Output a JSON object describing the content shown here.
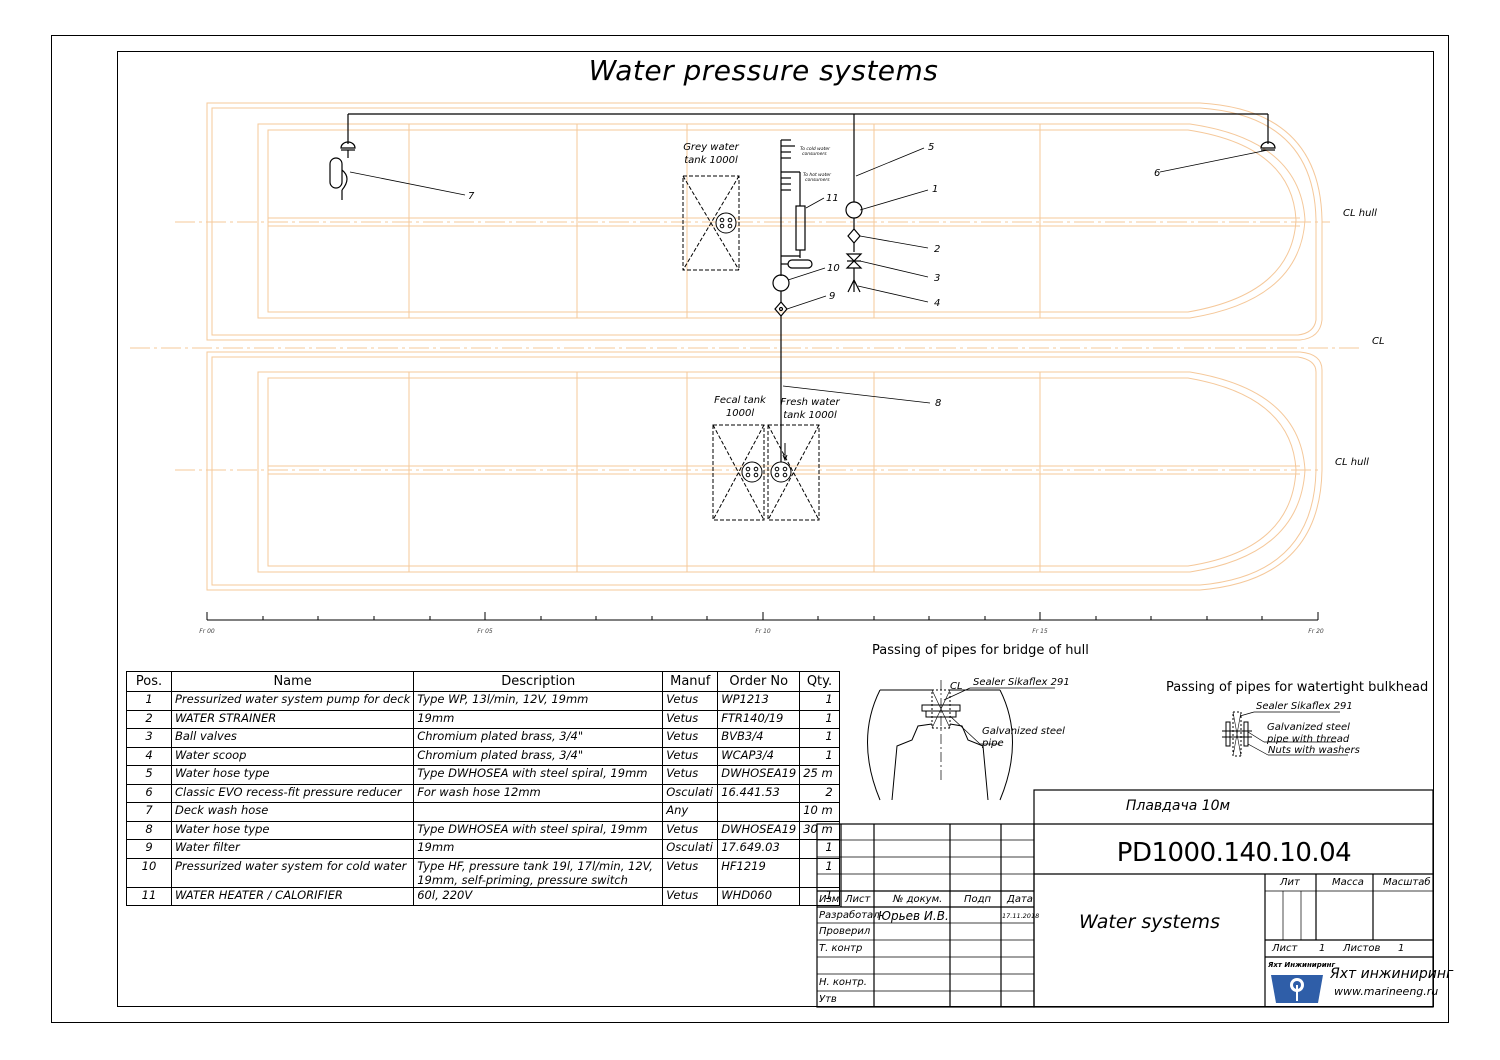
{
  "title": "Water pressure systems",
  "tank_labels": {
    "grey": [
      "Grey water",
      "tank 1000l"
    ],
    "fecal": [
      "Fecal tank",
      "1000l"
    ],
    "fresh": [
      "Fresh water",
      "tank 1000l"
    ]
  },
  "consumer_labels": {
    "cold": [
      "To cold water",
      "consumers"
    ],
    "hot": [
      "To hot water",
      "consumers"
    ]
  },
  "callouts": [
    "1",
    "2",
    "3",
    "4",
    "5",
    "6",
    "7",
    "8",
    "9",
    "10",
    "11"
  ],
  "cl_labels": {
    "hull_top": "CL hull",
    "center": "CL",
    "hull_bottom": "CL hull"
  },
  "frames": [
    "Fr 00",
    "Fr 05",
    "Fr 10",
    "Fr 15",
    "Fr 20"
  ],
  "bridge_section": {
    "title": "Passing of pipes for bridge of hull",
    "cl": "CL",
    "sealer": "Sealer Sikaflex 291",
    "pipe": [
      "Galvanized steel",
      "pipe"
    ]
  },
  "bulkhead_section": {
    "title": "Passing of pipes for watertight bulkhead",
    "sealer": "Sealer Sikaflex 291",
    "pipe": [
      "Galvanized steel",
      "pipe with thread"
    ],
    "nuts": "Nuts with washers"
  },
  "bom": {
    "headers": [
      "Pos.",
      "Name",
      "Description",
      "Manuf",
      "Order No",
      "Qty."
    ],
    "rows": [
      {
        "pos": "1",
        "name": "Pressurized water system pump for deck",
        "desc": "Type WP, 13l/min, 12V, 19mm",
        "manuf": "Vetus",
        "order": "WP1213",
        "qty": "1"
      },
      {
        "pos": "2",
        "name": "WATER STRAINER",
        "desc": "19mm",
        "manuf": "Vetus",
        "order": "FTR140/19",
        "qty": "1"
      },
      {
        "pos": "3",
        "name": "Ball valves",
        "desc": "Chromium plated brass, 3/4\"",
        "manuf": "Vetus",
        "order": "BVB3/4",
        "qty": "1"
      },
      {
        "pos": "4",
        "name": "Water scoop",
        "desc": "Chromium plated brass, 3/4\"",
        "manuf": "Vetus",
        "order": "WCAP3/4",
        "qty": "1"
      },
      {
        "pos": "5",
        "name": "Water hose type",
        "desc": "Type DWHOSEA with steel spiral, 19mm",
        "manuf": "Vetus",
        "order": "DWHOSEA19",
        "qty": "25 m"
      },
      {
        "pos": "6",
        "name": "Classic EVO recess-fit pressure reducer",
        "desc": "For wash hose 12mm",
        "manuf": "Osculati",
        "order": "16.441.53",
        "qty": "2"
      },
      {
        "pos": "7",
        "name": "Deck wash hose",
        "desc": "",
        "manuf": "Any",
        "order": "",
        "qty": "10 m"
      },
      {
        "pos": "8",
        "name": "Water hose type",
        "desc": "Type DWHOSEA with steel spiral, 19mm",
        "manuf": "Vetus",
        "order": "DWHOSEA19",
        "qty": "30 m"
      },
      {
        "pos": "9",
        "name": "Water filter",
        "desc": "19mm",
        "manuf": "Osculati",
        "order": "17.649.03",
        "qty": "1"
      },
      {
        "pos": "10",
        "name": "Pressurized water system for cold water",
        "desc": "Type HF, pressure tank 19l, 17l/min, 12V, 19mm, self-priming, pressure switch",
        "manuf": "Vetus",
        "order": "HF1219",
        "qty": "1"
      },
      {
        "pos": "11",
        "name": "WATER HEATER / CALORIFIER",
        "desc": "60l, 220V",
        "manuf": "Vetus",
        "order": "WHD060",
        "qty": "1"
      }
    ]
  },
  "titleblock": {
    "project": "Плавдача 10м",
    "code": "PD1000.140.10.04",
    "sheet_title": "Water systems",
    "col_headers": [
      "Изм",
      "Лист",
      "№ докум.",
      "Подп",
      "Дата"
    ],
    "roles": [
      "Разработал",
      "Проверил",
      "Т. контр",
      "Н. контр.",
      "Утв"
    ],
    "developer": "Юрьев И.В.",
    "date": "17.11.2018",
    "lit": "Лит",
    "mass": "Масса",
    "scale": "Масштаб",
    "sheet": "Лист",
    "sheet_no": "1",
    "sheets": "Листов",
    "sheets_no": "1",
    "company_small": "Яхт Инжиниринг",
    "company": "Яхт инжиниринг",
    "website": "www.marineeng.ru"
  },
  "colors": {
    "hull": "#f5c89a",
    "ink": "#000000",
    "logo": "#2f5ea8"
  }
}
